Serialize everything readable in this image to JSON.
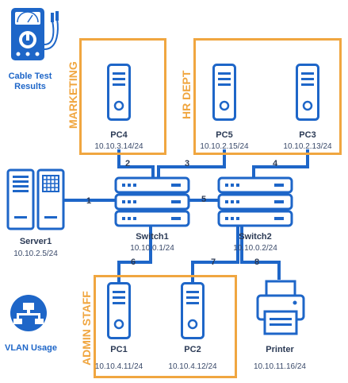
{
  "tools": {
    "cable_test": {
      "label_line1": "Cable Test",
      "label_line2": "Results",
      "icon": "multimeter-icon"
    },
    "vlan_usage": {
      "label": "VLAN Usage",
      "icon": "network-icon"
    }
  },
  "groups": {
    "marketing": {
      "label": "MARKETING"
    },
    "hr": {
      "label": "HR DEPT"
    },
    "admin": {
      "label": "ADMIN STAFF"
    }
  },
  "devices": {
    "pc4": {
      "name": "PC4",
      "ip": "10.10.3.14/24"
    },
    "pc5": {
      "name": "PC5",
      "ip": "10.10.2.15/24"
    },
    "pc3": {
      "name": "PC3",
      "ip": "10.10.2.13/24"
    },
    "server1": {
      "name": "Server1",
      "ip": "10.10.2.5/24"
    },
    "switch1": {
      "name": "Switch1",
      "ip": "10.10.0.1/24"
    },
    "switch2": {
      "name": "Switch2",
      "ip": "10.10.0.2/24"
    },
    "pc1": {
      "name": "PC1",
      "ip": "10.10.4.11/24"
    },
    "pc2": {
      "name": "PC2",
      "ip": "10.10.4.12/24"
    },
    "printer": {
      "name": "Printer",
      "ip": "10.10.11.16/24"
    }
  },
  "ports": [
    "1",
    "2",
    "3",
    "4",
    "5",
    "6",
    "7",
    "8"
  ],
  "colors": {
    "link": "#1e66c8",
    "group": "#f0a640",
    "device": "#1e66c8",
    "text": "#2b3a55"
  }
}
